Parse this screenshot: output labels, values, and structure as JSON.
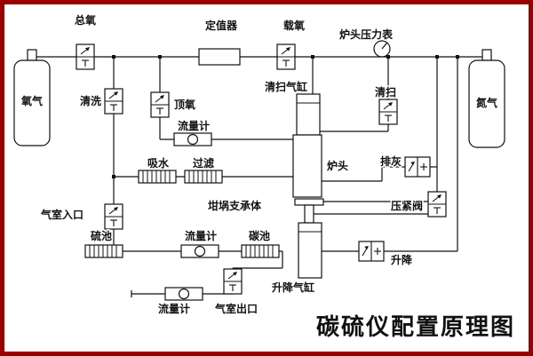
{
  "title": "碳硫仪配置原理图",
  "tanks": {
    "oxygen": "氧气",
    "nitrogen": "氮气"
  },
  "labels": {
    "total_oxygen": "总氧",
    "regulator": "定值器",
    "carrier_oxygen": "载氧",
    "furnace_pressure_gauge": "炉头压力表",
    "cleaning": "清洗",
    "top_oxygen": "顶氧",
    "purge_cylinder": "清扫气缸",
    "purge": "清扫",
    "flow_meter_top": "流量计",
    "water_absorber": "吸水",
    "filter": "过滤",
    "furnace_head": "炉头",
    "ash_discharge": "排灰",
    "clamp_valve": "压紧阀",
    "crucible_support": "坩埚支承体",
    "chamber_inlet": "气室入口",
    "sulfur_cell": "硫池",
    "flow_meter_mid": "流量计",
    "carbon_cell": "碳池",
    "lift_cylinder": "升降气缸",
    "lift": "升降",
    "flow_meter_bottom": "流量计",
    "chamber_outlet": "气室出口"
  },
  "colors": {
    "frame": "#990000",
    "title": "#990000",
    "line": "#111111",
    "background": "#ffffff"
  }
}
